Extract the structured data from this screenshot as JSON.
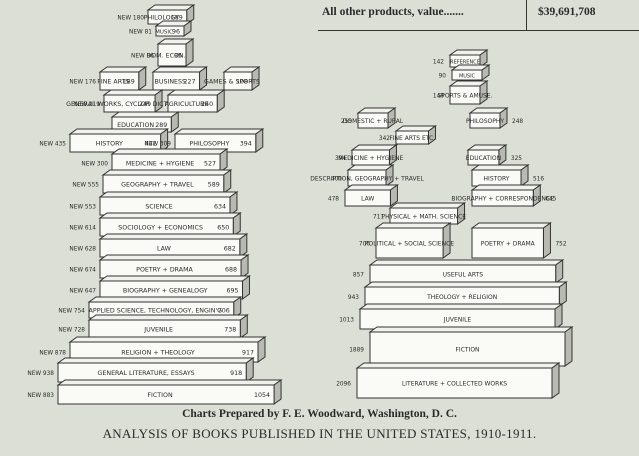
{
  "header_row": {
    "label": "All other products, value",
    "dots": ".......",
    "value": "$39,691,708"
  },
  "credit": "Charts Prepared by F. E. Woodward, Washington, D. C.",
  "title": "ANALYSIS OF BOOKS PUBLISHED IN THE UNITED STATES, 1910-1911.",
  "chart_data": [
    {
      "type": "bar",
      "layout": "stacked-3d-blocks",
      "label_position": "left of each block",
      "series": [
        {
          "name": "",
          "values": [
            {
              "label": "Philology",
              "value": 189,
              "new": 180
            },
            {
              "label": "Music",
              "value": 96,
              "new": 81
            },
            {
              "label": "Dom. Econ.",
              "value": 95,
              "new": 96
            },
            {
              "label": "Fine Arts",
              "value": 189,
              "new": 176
            },
            {
              "label": "Business",
              "value": 227,
              "new": null
            },
            {
              "label": "Games & Sports",
              "value": 108,
              "new": null
            },
            {
              "label": "General Works, Cyclop. Diction.",
              "value": 249,
              "new": 219
            },
            {
              "label": "Agriculture",
              "value": 240,
              "new": null
            },
            {
              "label": "Education",
              "value": 289,
              "new": null
            },
            {
              "label": "History",
              "value": 442,
              "new": 435
            },
            {
              "label": "Philosophy",
              "value": 394,
              "new": 309
            },
            {
              "label": "Medicine + Hygiene",
              "value": 527,
              "new": 300
            },
            {
              "label": "Geography + Travel",
              "value": 589,
              "new": 555
            },
            {
              "label": "Science",
              "value": 634,
              "new": 553
            },
            {
              "label": "Sociology + Economics",
              "value": 650,
              "new": 614
            },
            {
              "label": "Law",
              "value": 682,
              "new": 628
            },
            {
              "label": "Poetry + Drama",
              "value": 688,
              "new": 674
            },
            {
              "label": "Biography + Genealogy",
              "value": 695,
              "new": 647
            },
            {
              "label": "Applied Science, Technology, Engin'g",
              "value": 706,
              "new": 754
            },
            {
              "label": "Juvenile",
              "value": 738,
              "new": 728
            },
            {
              "label": "Religion + Theology",
              "value": 917,
              "new": 878
            },
            {
              "label": "General Literature, Essays",
              "value": 918,
              "new": 938
            },
            {
              "label": "Fiction",
              "value": 1054,
              "new": 883
            }
          ]
        }
      ]
    },
    {
      "type": "bar",
      "layout": "stacked-3d-blocks",
      "series": [
        {
          "name": "",
          "values": [
            {
              "label": "Reference",
              "value": 142
            },
            {
              "label": "Music",
              "value": 90
            },
            {
              "label": "Sports & Amuse.",
              "value": 148
            },
            {
              "label": "Domestic + Rural",
              "value": 255
            },
            {
              "label": "Philosophy",
              "value": 248
            },
            {
              "label": "Fine Arts etc.",
              "value": 342
            },
            {
              "label": "Medicine + Hygiene",
              "value": 394
            },
            {
              "label": "Education",
              "value": 325
            },
            {
              "label": "Description, Geography + Travel",
              "value": 400
            },
            {
              "label": "History",
              "value": 516
            },
            {
              "label": "Law",
              "value": 478
            },
            {
              "label": "Biography + Correspondence",
              "value": 645
            },
            {
              "label": "Physical + Math. Science",
              "value": 711
            },
            {
              "label": "Political + Social Science",
              "value": 706
            },
            {
              "label": "Poetry + Drama",
              "value": 752
            },
            {
              "label": "Useful Arts",
              "value": 857
            },
            {
              "label": "Theology + Religion",
              "value": 943
            },
            {
              "label": "Juvenile",
              "value": 1013
            },
            {
              "label": "Fiction",
              "value": 1889
            },
            {
              "label": "Literature + Collected Works",
              "value": 2096
            }
          ]
        }
      ]
    }
  ]
}
